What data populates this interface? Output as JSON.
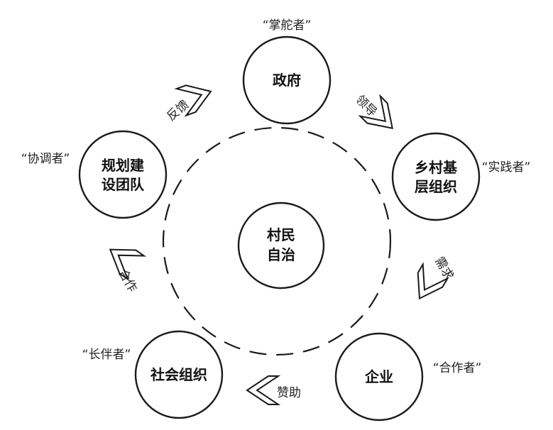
{
  "nodes": {
    "center": {
      "lines": [
        "村民",
        "自治"
      ]
    },
    "government": {
      "lines": [
        "政府"
      ],
      "role": "“掌舵者”"
    },
    "village_org": {
      "lines": [
        "乡村基",
        "层组织"
      ],
      "role": "“实践者”"
    },
    "enterprise": {
      "lines": [
        "企业"
      ],
      "role": "“合作者”"
    },
    "social_org": {
      "lines": [
        "社会组织"
      ],
      "role": "“长伴者”"
    },
    "planning_team": {
      "lines": [
        "规划建",
        "设团队"
      ],
      "role": "“协调者”"
    }
  },
  "edges": {
    "lead": "领导",
    "demand": "需求",
    "sponsor": "赞助",
    "cooperate": "合作",
    "feedback": "反馈"
  },
  "colors": {
    "stroke": "#1a1a1a",
    "fill": "#ffffff",
    "text": "#111111"
  }
}
